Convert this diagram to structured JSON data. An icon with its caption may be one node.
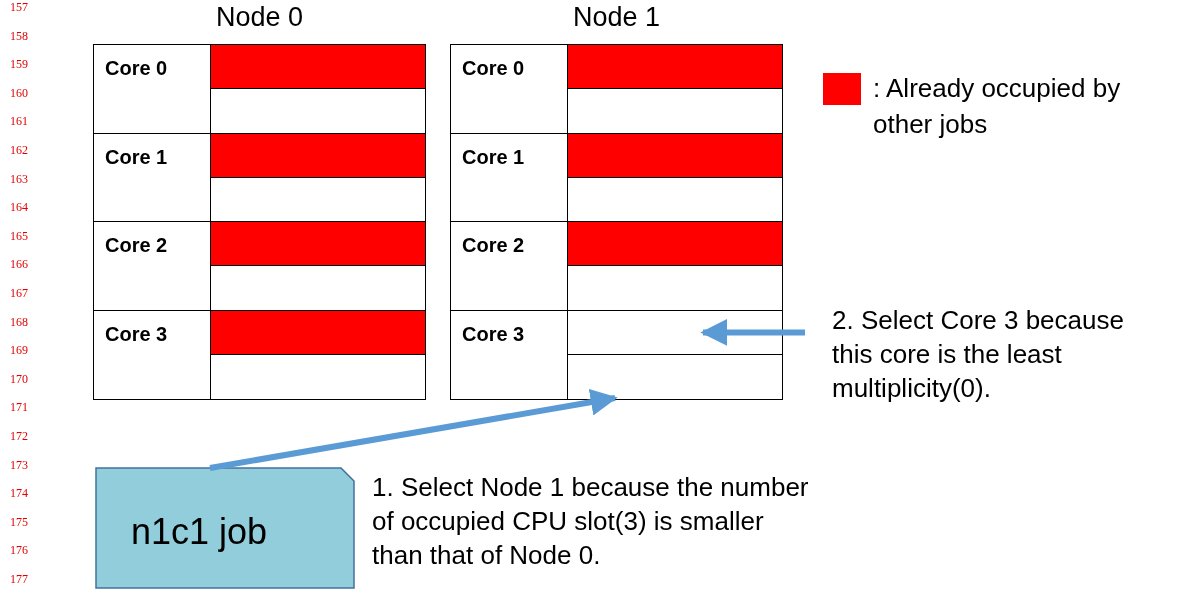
{
  "diagram": {
    "nodes": [
      {
        "text": [
          "Node 0"
        ]
      },
      {
        "text": [
          "Core 0"
        ],
        "in": 0
      },
      {
        "text": [],
        "shape": "box",
        "in": 0
      },
      {
        "text": [],
        "shape": "box",
        "in": 0
      },
      {
        "text": [
          "Core 1"
        ],
        "in": 0
      },
      {
        "text": [],
        "shape": "box",
        "in": 0
      },
      {
        "text": [],
        "shape": "box",
        "in": 0
      },
      {
        "text": [
          "Core 2"
        ],
        "in": 0
      },
      {
        "text": [],
        "shape": "box",
        "in": 0
      },
      {
        "text": [],
        "shape": "box",
        "in": 0
      },
      {
        "text": [
          "Core 3"
        ],
        "in": 0
      },
      {
        "text": [],
        "shape": "box",
        "in": 0
      },
      {
        "text": [],
        "shape": "box",
        "in": 0
      },
      {
        "text": [
          "Node 1"
        ]
      },
      {
        "text": [
          "Core 0"
        ],
        "in": 13
      },
      {
        "text": [],
        "shape": "box",
        "in": 13
      },
      {
        "text": [],
        "shape": "box",
        "in": 13
      },
      {
        "text": [
          "Core 1"
        ],
        "in": 13
      },
      {
        "text": [],
        "shape": "box",
        "in": 13
      },
      {
        "text": [],
        "shape": "box",
        "in": 13
      },
      {
        "text": [
          "Core 2"
        ],
        "in": 13
      },
      {
        "text": [],
        "shape": "box",
        "in": 13
      },
      {
        "text": [],
        "shape": "box",
        "in": 13
      },
      {
        "text": [
          "Core 3"
        ],
        "in": 13
      },
      {
        "text": [],
        "shape": "box",
        "in": 13
      },
      {
        "text": [],
        "shape": "box",
        "in": 13
      },
      {
        "text": [
          "n1c1 job"
        ],
        "beside": [
          "1. Select Node 1 because the number of occupied CPU slot(3) is smaller than that of Node 0."
        ]
      },
      {
        "text": [
          "2. Select Core 3 because this core is the least multiplicity(0)."
        ]
      }
    ],
    "edges": [
      {
        "from": 26,
        "to": 13,
        "arrow": "to"
      },
      {
        "from": 27,
        "to": 24,
        "arrow": "to"
      }
    ],
    "labels": [
      "157",
      "158",
      "159",
      "160",
      "161",
      "162",
      "163",
      "164",
      "165",
      "166",
      "167",
      "168",
      "169",
      "170",
      "171",
      "172",
      "173",
      "174",
      "175",
      "176",
      "177"
    ],
    "legend": [
      {
        "text": ": Already occupied by other jobs",
        "color": "#ff0000"
      }
    ]
  }
}
